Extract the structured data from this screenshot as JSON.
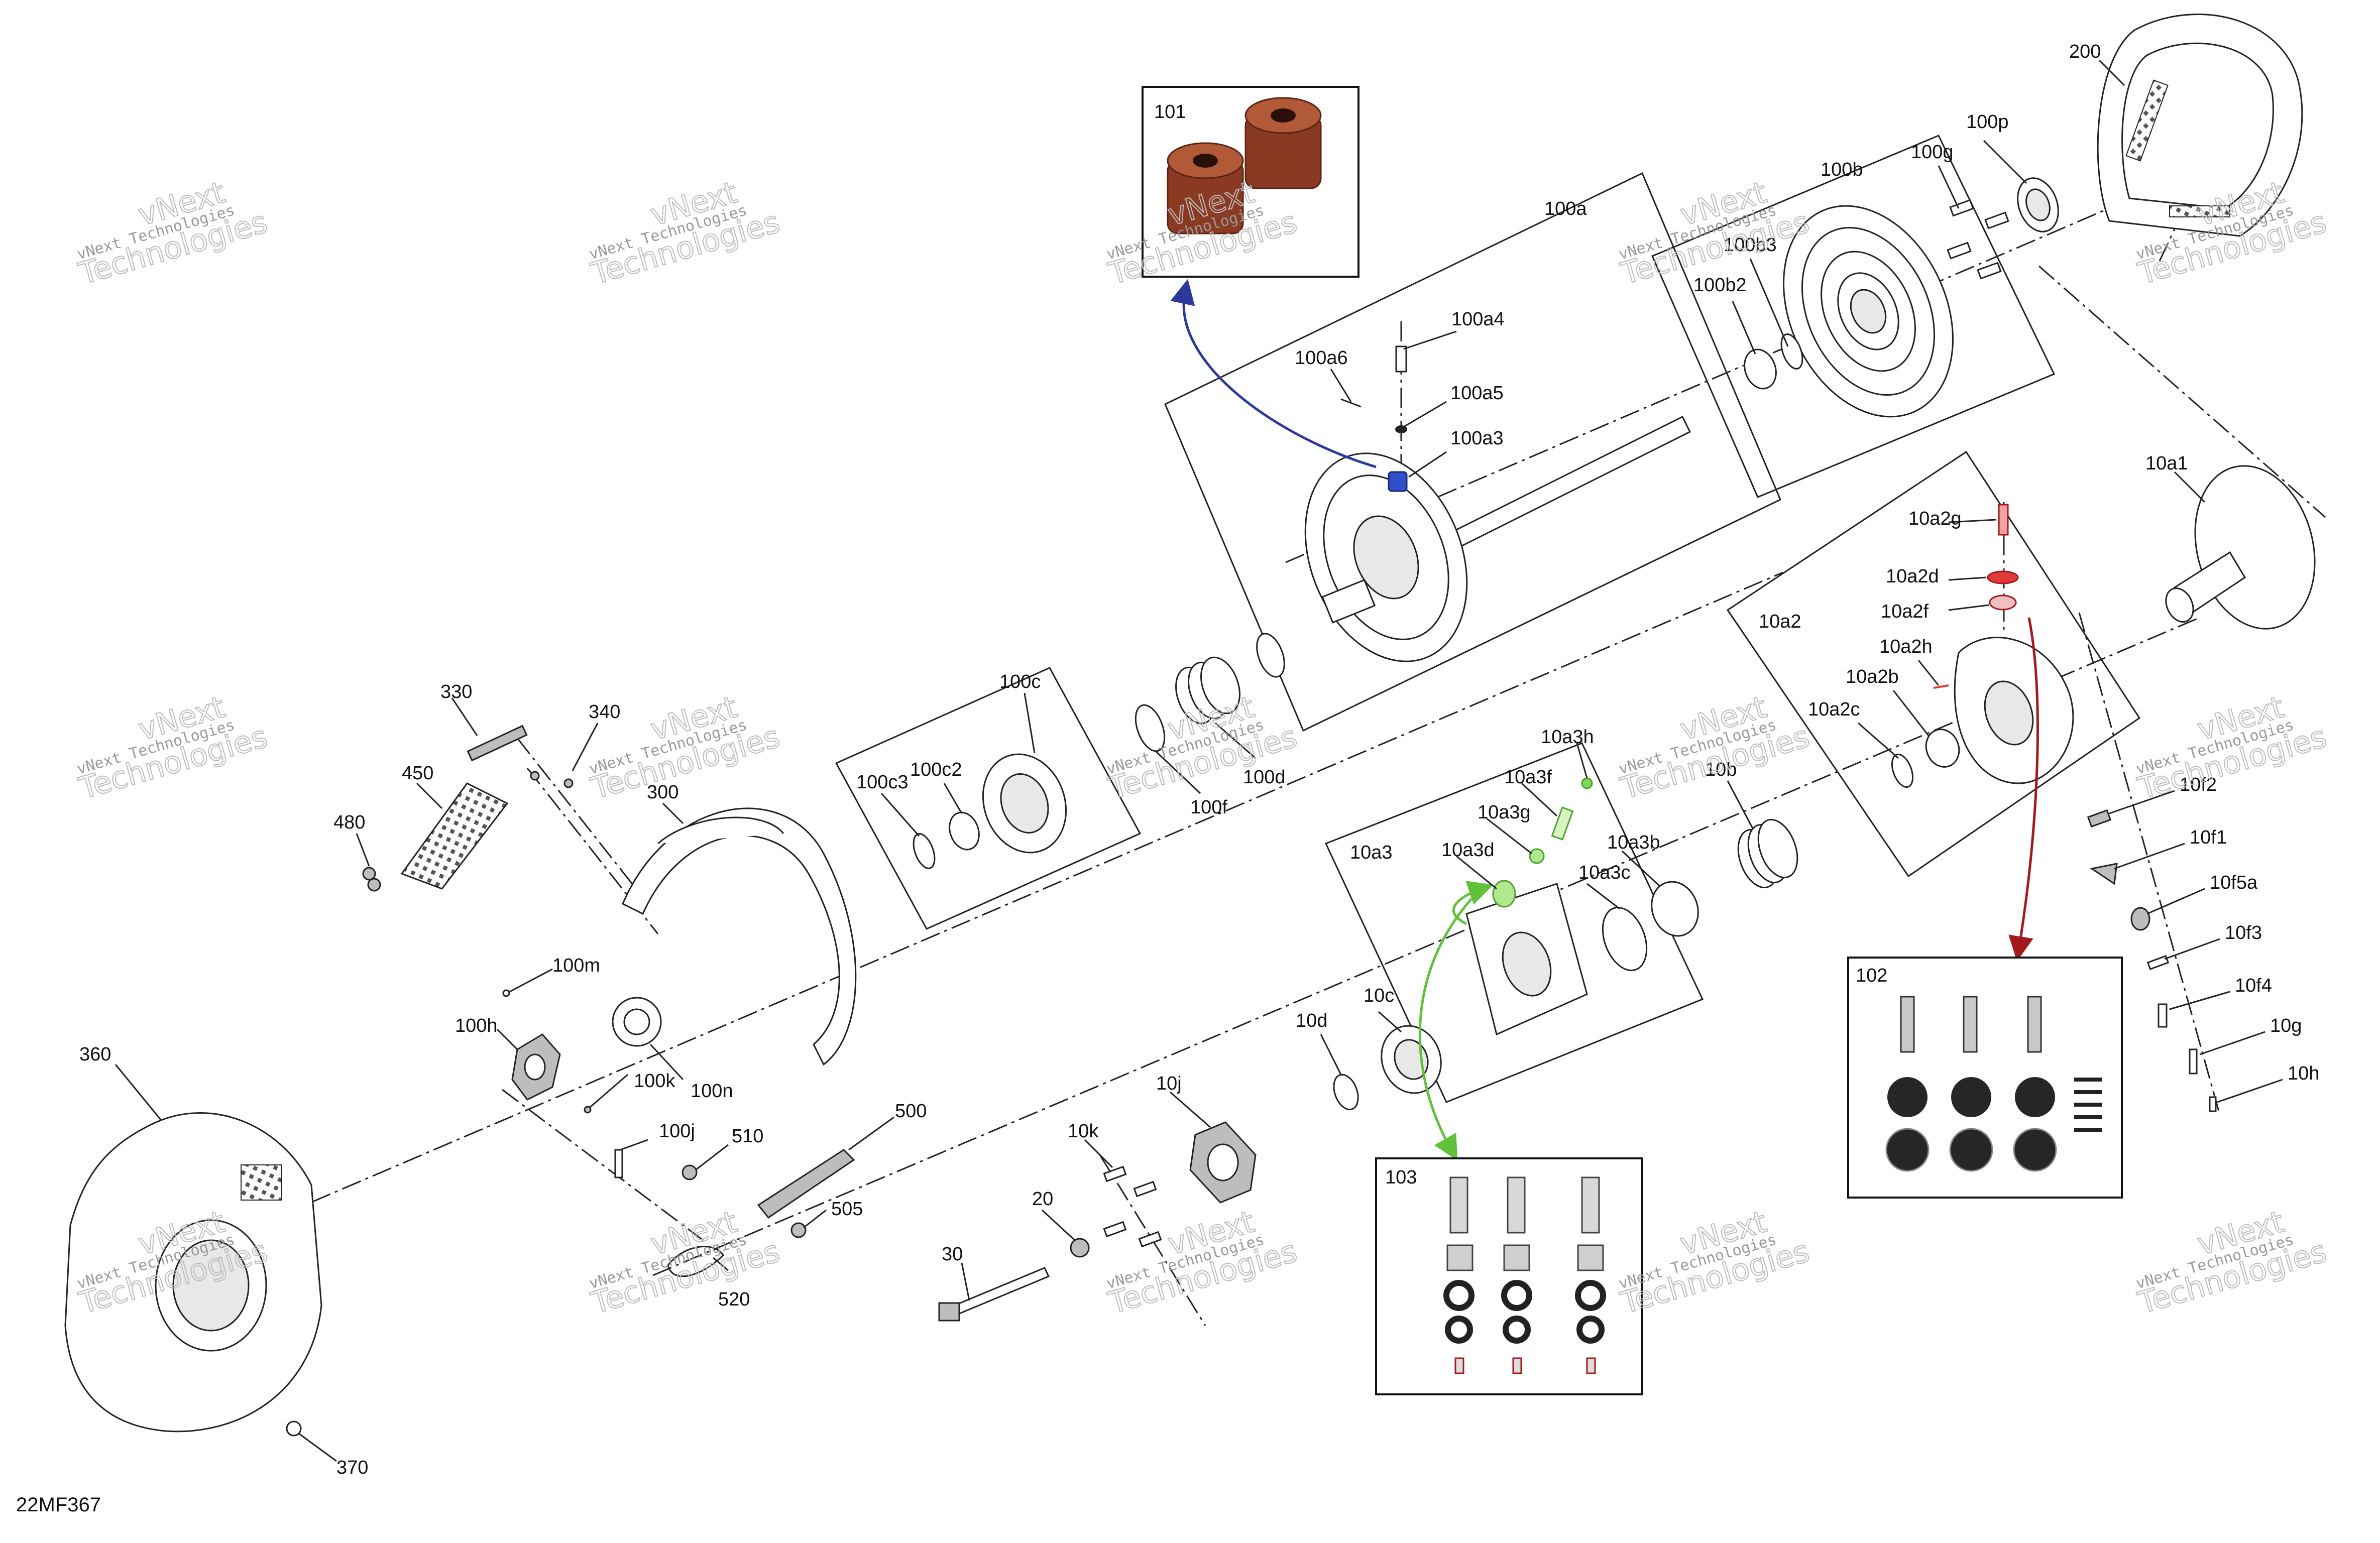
{
  "diagram_code": "22MF367",
  "watermark": {
    "line1": "vNext Technologies",
    "line2": "vNext",
    "line3": "Technologies"
  },
  "callouts": [
    "200",
    "100p",
    "100g",
    "100b",
    "100b3",
    "100b2",
    "100a",
    "100a4",
    "100a6",
    "100a5",
    "100a3",
    "10a1",
    "10a2g",
    "10a2d",
    "10a2f",
    "10a2",
    "10a2h",
    "10a2b",
    "10a2c",
    "10f2",
    "10f1",
    "10f5a",
    "10f3",
    "10f4",
    "10g",
    "10h",
    "330",
    "340",
    "450",
    "480",
    "300",
    "100c",
    "100c3",
    "100c2",
    "100f",
    "100d",
    "10a3h",
    "10a3f",
    "10a3g",
    "10a3d",
    "10a3b",
    "10a3c",
    "10a3",
    "10b",
    "100m",
    "100h",
    "100k",
    "100n",
    "100j",
    "510",
    "500",
    "505",
    "520",
    "360",
    "370",
    "10j",
    "10k",
    "20",
    "30",
    "10d",
    "10c"
  ],
  "insets": {
    "a": "101",
    "b": "102",
    "c": "103"
  },
  "colors": {
    "leader_blue": "#2b3a9a",
    "leader_green": "#5fc23a",
    "leader_red": "#a3191c",
    "insert_brown": "#8a3a22",
    "highlight_red": "#e03a3a",
    "highlight_green": "#7ed957",
    "highlight_blue": "#3050c8"
  }
}
